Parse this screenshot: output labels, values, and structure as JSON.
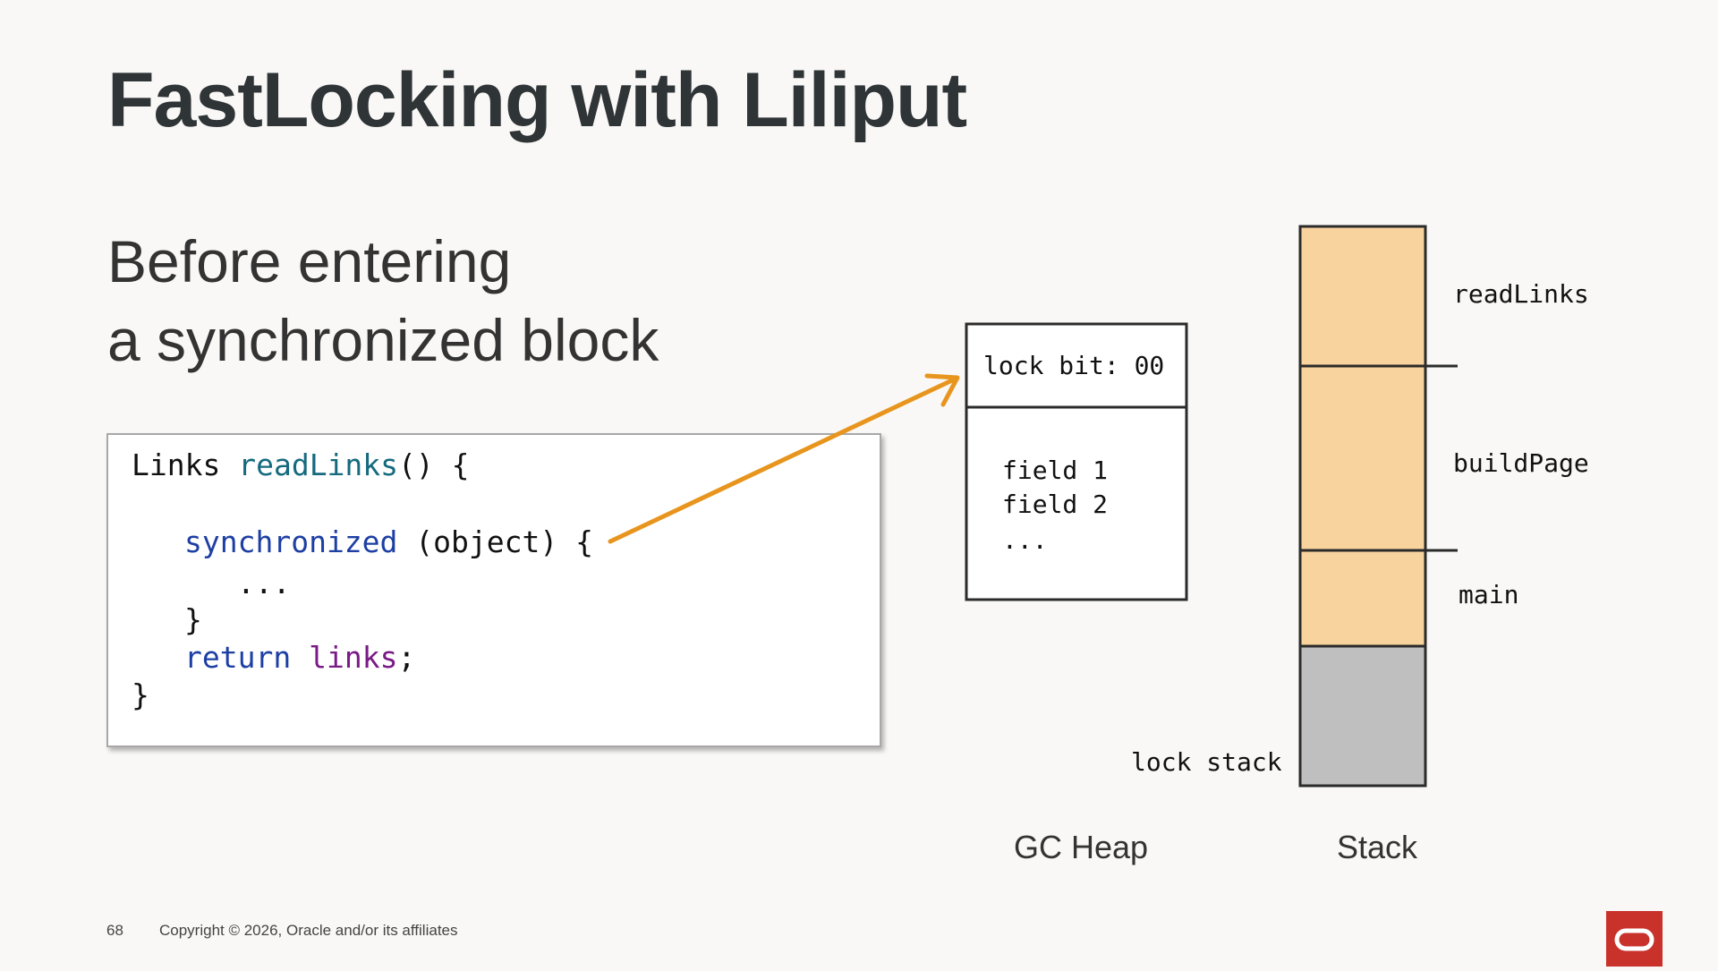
{
  "slide": {
    "title": "FastLocking with Liliput",
    "subtitle_line1": "Before entering",
    "subtitle_line2": "a synchronized block"
  },
  "code": {
    "line1": {
      "type": "Links",
      "method": "readLinks",
      "rest": "() {"
    },
    "line2": {
      "keyword": "synchronized",
      "rest": "(object) {"
    },
    "line3": "...",
    "line4": "}",
    "line5": {
      "keyword": "return",
      "var": "links",
      "rest": ";"
    },
    "line6": "}"
  },
  "heap": {
    "header": "lock bit: 00",
    "fields": [
      "field 1",
      "field 2",
      "..."
    ],
    "caption": "GC Heap"
  },
  "stack": {
    "frames": [
      "readLinks",
      "buildPage",
      "main"
    ],
    "lock_stack_label": "lock stack",
    "caption": "Stack"
  },
  "colors": {
    "frame_fill": "#f9d39e",
    "lock_stack_fill": "#bfbfbf",
    "arrow": "#e8951e",
    "logo": "#c9312b"
  },
  "footer": {
    "page_number": "68",
    "copyright": "Copyright © 2026, Oracle and/or its affiliates"
  }
}
